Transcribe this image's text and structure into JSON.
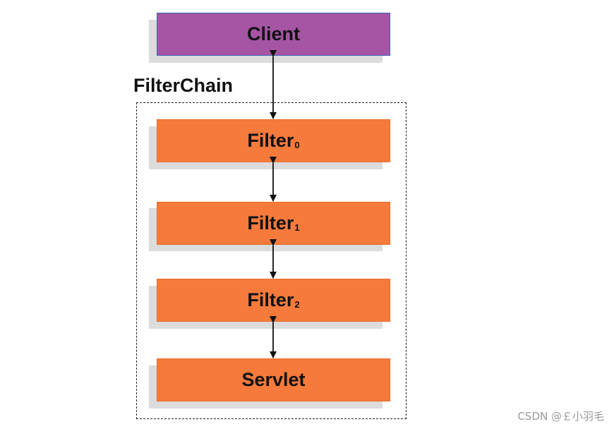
{
  "diagram": {
    "client_label": "Client",
    "chain_title": "FilterChain",
    "filters": [
      {
        "name": "Filter",
        "sub": "0"
      },
      {
        "name": "Filter",
        "sub": "1"
      },
      {
        "name": "Filter",
        "sub": "2"
      }
    ],
    "servlet_label": "Servlet",
    "colors": {
      "client": "#a555a4",
      "filter": "#f57a3b",
      "shadow": "#dcdcdc"
    }
  },
  "watermark": "CSDN @￡小羽毛"
}
